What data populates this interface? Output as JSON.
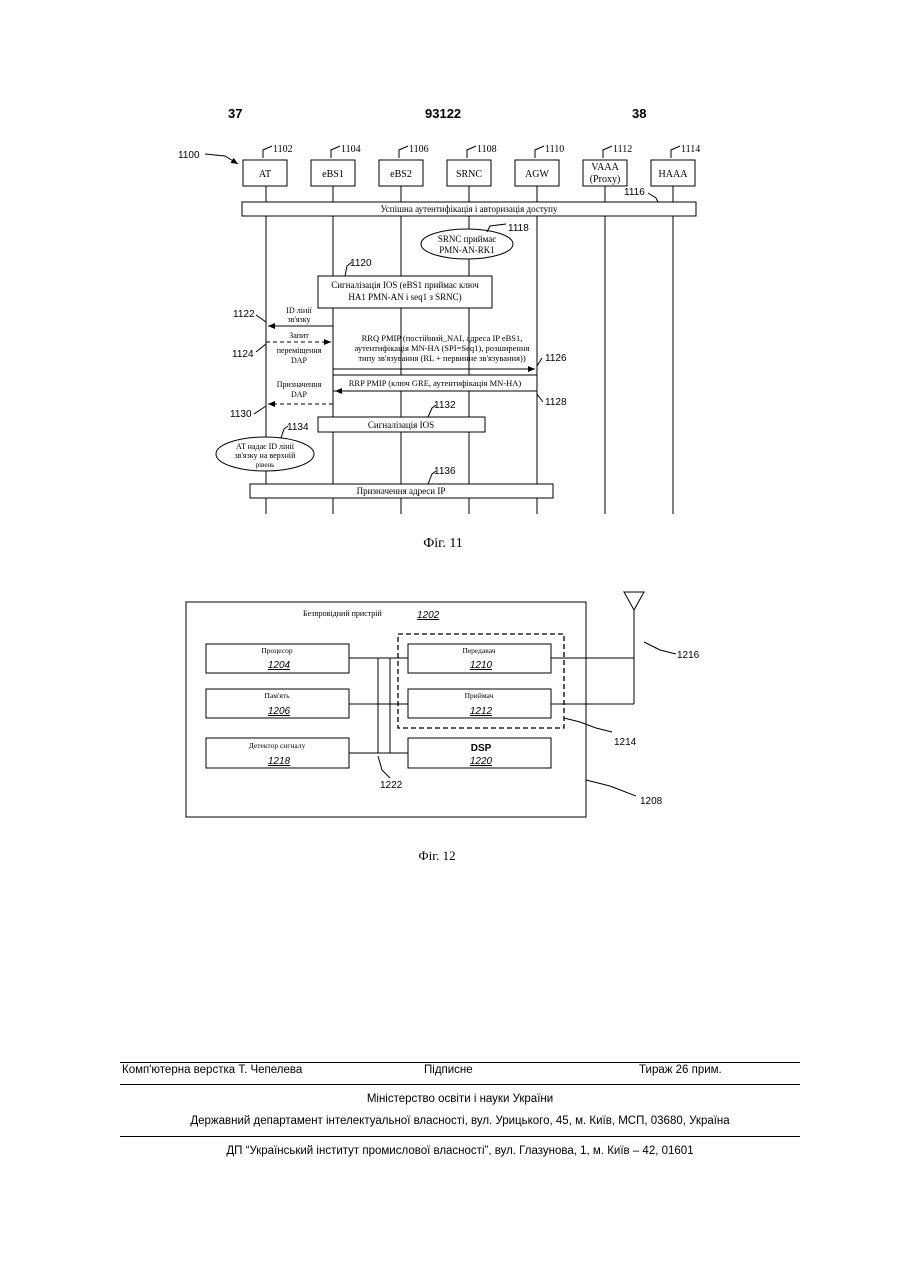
{
  "header": {
    "left_page": "37",
    "doc_number": "93122",
    "right_page": "38"
  },
  "fig11": {
    "label": "1100",
    "caption": "Фіг. 11",
    "entities": [
      {
        "ref": "1102",
        "name": "AT"
      },
      {
        "ref": "1104",
        "name": "eBS1"
      },
      {
        "ref": "1106",
        "name": "eBS2"
      },
      {
        "ref": "1108",
        "name": "SRNC"
      },
      {
        "ref": "1110",
        "name": "AGW"
      },
      {
        "ref": "1112",
        "name": "VAAA",
        "name2": "(Proxy)"
      },
      {
        "ref": "1114",
        "name": "HAAA"
      }
    ],
    "ref_1116": "1116",
    "auth_bar": "Успішна аутентифікація і авторизація доступу",
    "ref_1118": "1118",
    "srnc_note_1": "SRNC приймає",
    "srnc_note_2": "PMN-AN-RK1",
    "ref_1120": "1120",
    "ios_box_1": "Сигналізація IOS (eBS1 приймає ключ",
    "ios_box_2": "HA1 PMN-AN і seq1 з SRNC)",
    "ref_1122": "1122",
    "link_id_1": "ID лінії",
    "link_id_2": "зв'язку",
    "ref_1124": "1124",
    "dap_req_1": "Запит",
    "dap_req_2": "переміщення",
    "dap_req_3": "DAP",
    "rrq_1": "RRQ PMIP (постійний_NAI, адреса IP eBS1,",
    "rrq_2": "аутентифікація MN-HA (SPI=Seq1), розширення",
    "rrq_3": "типу зв'язування (RL + первинне зв'язування))",
    "ref_1126": "1126",
    "rrp": "RRP PMIP (ключ GRE, аутентифікація MN-HA)",
    "ref_1128": "1128",
    "dap_assign_1": "Призначення",
    "dap_assign_2": "DAP",
    "ref_1130": "1130",
    "ref_1132": "1132",
    "ios_box_2_text": "Сигналізація IOS",
    "ref_1134": "1134",
    "at_note_1": "AT надає ID лінії",
    "at_note_2": "зв'язку на верхній",
    "at_note_3": "рівень",
    "ref_1136": "1136",
    "ip_bar": "Призначення адреси IP"
  },
  "fig12": {
    "caption": "Фіг. 12",
    "device_label": "Безпровідний пристрій",
    "device_ref": "1202",
    "blocks": [
      {
        "name": "Процесор",
        "ref": "1204"
      },
      {
        "name": "Пам'ять",
        "ref": "1206"
      },
      {
        "name": "Детектор сигналу",
        "ref": "1218"
      },
      {
        "name": "Передавач",
        "ref": "1210"
      },
      {
        "name": "Приймач",
        "ref": "1212"
      },
      {
        "name": "DSP",
        "ref": "1220"
      }
    ],
    "ref_1216": "1216",
    "ref_1214": "1214",
    "ref_1222": "1222",
    "ref_1208": "1208"
  },
  "footer": {
    "typesetting": "Комп'ютерна верстка Т. Чепелева",
    "signed": "Підписне",
    "circulation": "Тираж 26 прим.",
    "ministry": "Міністерство освіти і науки України",
    "department": "Державний департамент інтелектуальної власності, вул. Урицького, 45, м. Київ, МСП, 03680, Україна",
    "institute": "ДП “Український інститут промислової власності”, вул. Глазунова, 1, м. Київ – 42, 01601"
  }
}
